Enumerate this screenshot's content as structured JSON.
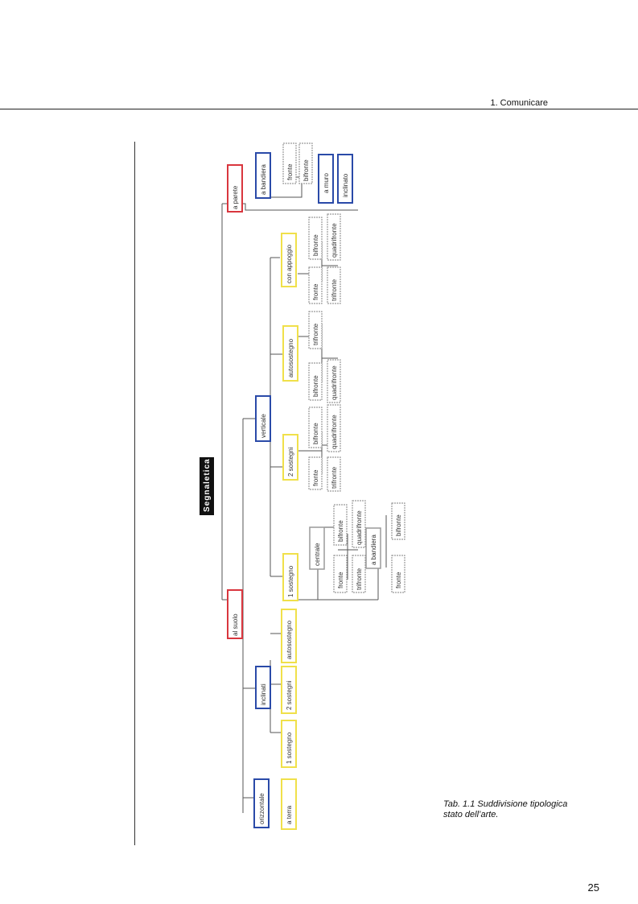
{
  "header": {
    "chapter": "1. Comunicare"
  },
  "figure": {
    "root": {
      "label": "Segnaletica"
    },
    "nodes": {
      "al_suolo": "al suolo",
      "a_parete": "a parete",
      "orizzontale": "orizzontale",
      "inclinati": "inclinati",
      "verticale": "verticale",
      "a_terra": "a terra",
      "incl_1_sostegno": "1 sostegno",
      "incl_2_sostegni": "2 sostegni",
      "incl_autosostegno": "autosostegno",
      "v_1_sostegno": "1 sostegno",
      "v_2_sostegni": "2 sostegni",
      "v_autosostegno": "autosostegno",
      "con_appoggio": "con appoggio",
      "centrale": "centrale",
      "a_bandiera_v": "a bandiera",
      "c_fronte": "fronte",
      "c_trifronte": "trifronte",
      "c_bifronte": "bifronte",
      "c_quadrifronte": "quadrifronte",
      "ab_fronte": "fronte",
      "ab_bifronte": "bifronte",
      "s2_fronte": "fronte",
      "s2_trifronte": "trifronte",
      "s2_bifronte": "bifronte",
      "s2_quadrifronte": "quadrifronte",
      "as_bifronte": "bifronte",
      "as_quadrifronte": "quadrifronte",
      "as_trifronte": "trifronte",
      "ca_fronte": "fronte",
      "ca_trifronte": "trifronte",
      "ca_bifronte": "bifronte",
      "ca_quadrifronte": "quadrifronte",
      "p_a_bandiera": "a bandiera",
      "p_fronte": "fronte",
      "p_bifronte": "bifronte",
      "p_a_muro": "a muro",
      "p_inclinato": "inclinato"
    },
    "colors": {
      "red": "#d9363e",
      "blue": "#2a4aa8",
      "yellow": "#f0e04a",
      "gray": "#9a9a9a",
      "root": "#111111"
    }
  },
  "caption": "Tab. 1.1 Suddivisione tipologica stato dell’arte.",
  "page_number": "25"
}
